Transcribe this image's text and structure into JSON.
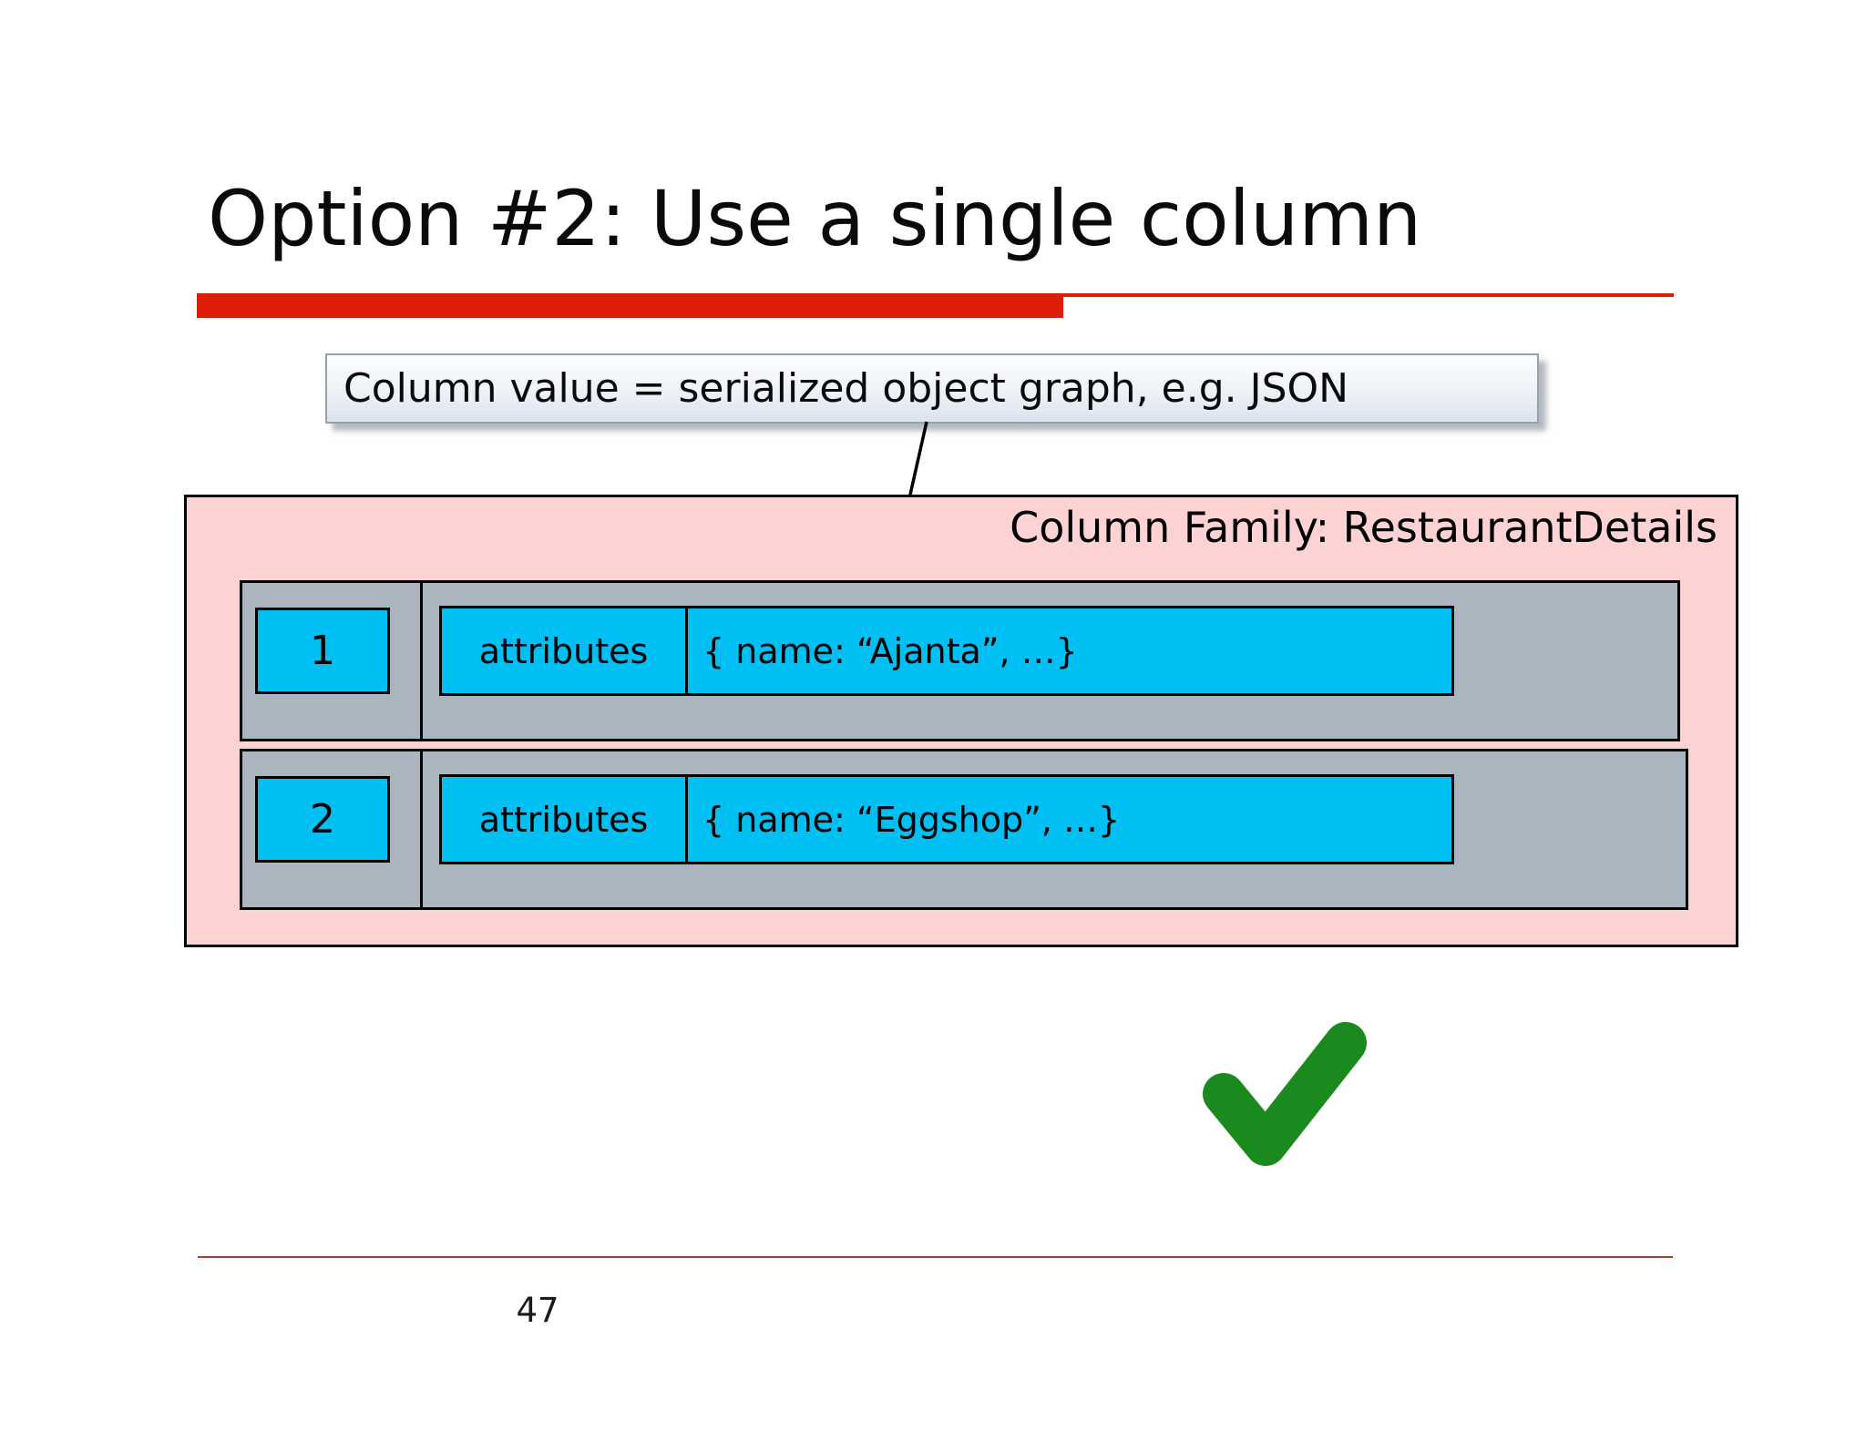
{
  "slide": {
    "title": "Option #2: Use a single column",
    "page_number": "47"
  },
  "callout": {
    "text": "Column value = serialized object graph, e.g. JSON"
  },
  "column_family": {
    "label": "Column Family: RestaurantDetails",
    "rows": [
      {
        "key": "1",
        "column_name": "attributes",
        "column_value": "{ name: “Ajanta”, …}"
      },
      {
        "key": "2",
        "column_name": "attributes",
        "column_value": "{ name: “Eggshop”, …}"
      }
    ]
  },
  "icons": {
    "checkmark": "green-check-mark",
    "arrow": "callout-pointer-arrow"
  },
  "colors": {
    "accent_red": "#dd1d05",
    "footer_red": "#b53a28",
    "family_pink": "#fcd2d3",
    "row_gray": "#abb5c0",
    "cell_cyan": "#00bff2",
    "check_green": "#1b8a1e",
    "callout_border": "#96a1ae"
  }
}
